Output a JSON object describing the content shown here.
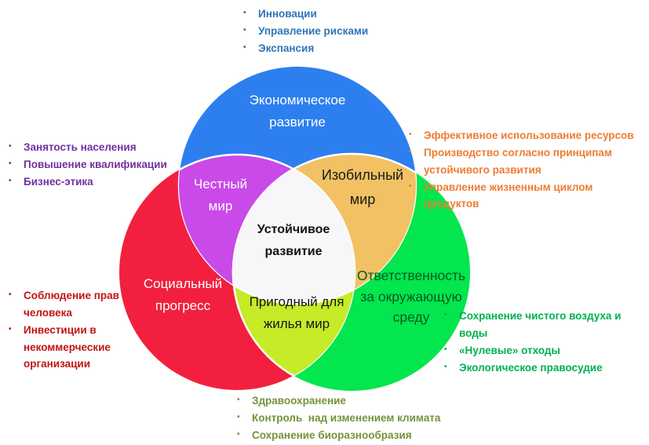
{
  "diagram": {
    "title": "Устойчивое развитие — диаграмма Венна",
    "separator_color": "#FFFFFF",
    "circles": {
      "economic": {
        "label": "Экономическое развитие",
        "color": "#2D7FF0",
        "label_color": "#FFFFFF"
      },
      "social": {
        "label": "Социальный прогресс",
        "color": "#F2203E",
        "label_color": "#FFFFFF"
      },
      "environment": {
        "label": "Ответственность за окружающую среду",
        "color": "#03E64D",
        "label_color": "#015B26"
      }
    },
    "overlaps": {
      "fair": {
        "label": "Честный мир",
        "color": "#C94AE8",
        "label_color": "#FFFFFF"
      },
      "abundant": {
        "label": "Изобильный мир",
        "color": "#F2C163",
        "label_color": "#1B1B1B"
      },
      "livable": {
        "label": "Пригодный для жилья мир",
        "color": "#C6EB27",
        "label_color": "#161616"
      },
      "center": {
        "label": "Устойчивое развитие",
        "color": "#F7F7FA",
        "label_color": "#111111"
      }
    }
  },
  "lists": {
    "economic": {
      "color": "#2E75B6",
      "items": [
        "Инновации",
        "Управление рисками",
        "Экспансия"
      ]
    },
    "business": {
      "color": "#7030A0",
      "items": [
        "Занятость населения",
        "Повышение квалификации",
        "Бизнес-этика"
      ]
    },
    "production": {
      "color": "#ED7D31",
      "items": [
        "Эффективное использование ресурсов",
        "Производство согласно принципам устойчивого развития",
        "Управление жизненным циклом продуктов"
      ]
    },
    "social": {
      "color": "#C21414",
      "items": [
        "Соблюдение прав человека",
        "Инвестиции в некоммерческие организации"
      ]
    },
    "environment": {
      "color": "#00B050",
      "items": [
        "Сохранение чистого воздуха и воды",
        "«Нулевые» отходы",
        "Экологическое правосудие"
      ]
    },
    "health": {
      "color": "#76923C",
      "items": [
        "Здравоохранение",
        "Контроль  над изменением климата",
        "Сохранение биоразнообразия"
      ]
    }
  }
}
